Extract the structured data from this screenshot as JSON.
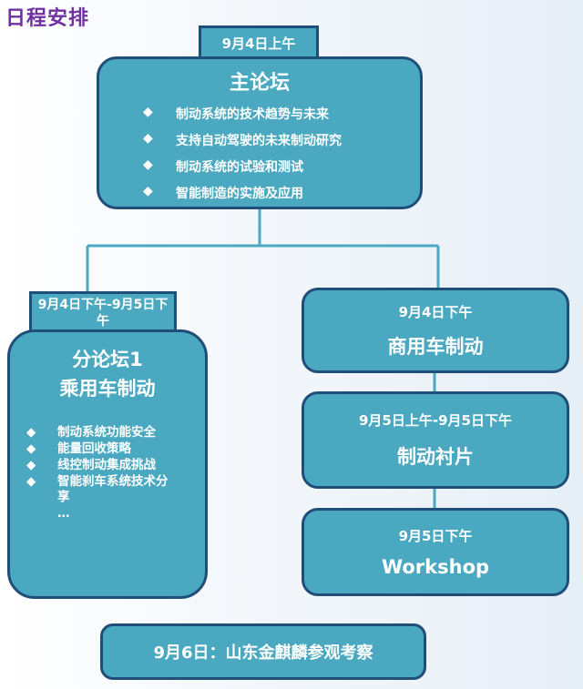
{
  "title": "日程安排",
  "main": {
    "tab": "9月4日上午",
    "heading": "主论坛",
    "items": [
      "制动系统的技术趋势与未来",
      "支持自动驾驶的未来制动研究",
      "制动系统的试验和测试",
      "智能制造的实施及应用"
    ]
  },
  "sub1": {
    "tab": "9月4日下午-9月5日下午",
    "heading_line1": "分论坛1",
    "heading_line2": "乘用车制动",
    "items": [
      "制动系统功能安全",
      "能量回收策略",
      "线控制动集成挑战",
      "智能刹车系统技术分享"
    ],
    "more": "…"
  },
  "right": [
    {
      "date": "9月4日下午",
      "topic": "商用车制动"
    },
    {
      "date": "9月5日上午-9月5日下午",
      "topic": "制动衬片"
    },
    {
      "date": "9月5日下午",
      "topic": "Workshop"
    }
  ],
  "bottom": "9月6日：山东金麒麟参观考察",
  "bullet_symbol": "◆",
  "colors": {
    "box": "#4aa8c1",
    "border": "#1f4e79",
    "title": "#7030a0",
    "connector": "#4aa8c1"
  }
}
